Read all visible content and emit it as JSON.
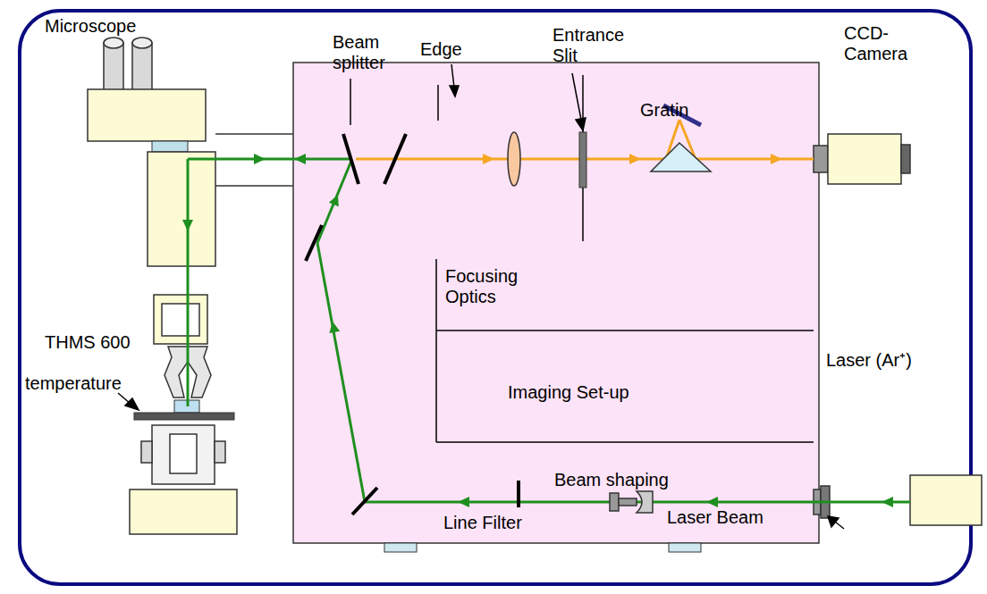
{
  "diagram": {
    "labels": [
      "Microscope",
      "Beam splitter",
      "Edge",
      "Entrance Slit",
      "Gratin",
      "CCD- Camera",
      "Focusing Optics",
      "THMS 600",
      "temperature",
      "Imaging Set-up",
      "Laser (Ar⁺)",
      "Beam shaping",
      "Laser Beam",
      "Line Filter"
    ]
  }
}
